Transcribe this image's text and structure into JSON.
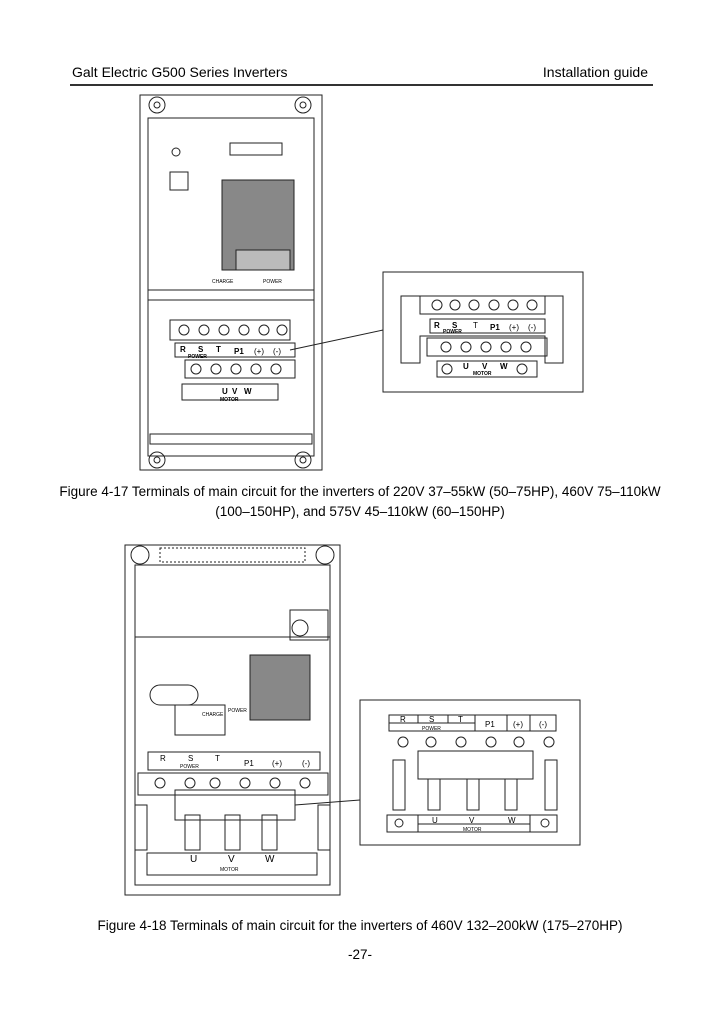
{
  "header": {
    "left": "Galt Electric G500 Series Inverters",
    "right": "Installation guide"
  },
  "figure17": {
    "caption_line1": "Figure 4-17 Terminals of main circuit for the inverters of 220V 37–55kW (50–75HP), 460V 75–110kW",
    "caption_line2": "(100–150HP), and 575V 45–110kW (60–150HP)",
    "panel_labels": {
      "charge": "CHARGE",
      "power": "POWER"
    },
    "terminals": {
      "r": "R",
      "s": "S",
      "t": "T",
      "power": "POWER",
      "p1": "P1",
      "plus": "(+)",
      "minus": "(-)",
      "u": "U",
      "v": "V",
      "w": "W",
      "motor": "MOTOR"
    }
  },
  "figure18": {
    "caption": "Figure 4-18 Terminals of main circuit for the inverters of 460V 132–200kW (175–270HP)",
    "panel_labels": {
      "charge": "CHARGE",
      "power": "POWER"
    },
    "terminals": {
      "r": "R",
      "s": "S",
      "t": "T",
      "power": "POWER",
      "p1": "P1",
      "plus": "(+)",
      "minus": "(-)",
      "u": "U",
      "v": "V",
      "w": "W",
      "motor": "MOTOR"
    }
  },
  "page_number": "-27-"
}
